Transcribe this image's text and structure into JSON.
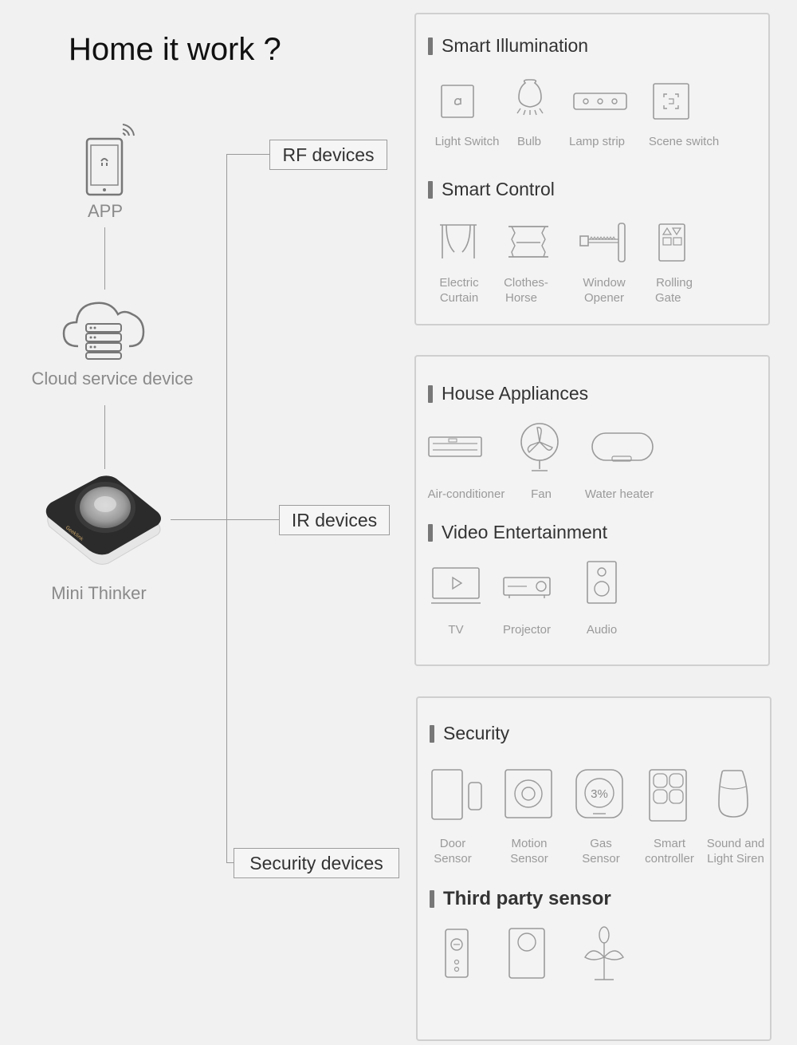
{
  "title": "Home it work ?",
  "left": {
    "app_label": "APP",
    "cloud_label": "Cloud service device",
    "hub_label": "Mini Thinker"
  },
  "tags": {
    "rf": "RF devices",
    "ir": "IR devices",
    "security": "Security devices"
  },
  "panels": {
    "rf": {
      "sections": [
        {
          "heading": "Smart Illumination",
          "items": [
            {
              "icon": "light-switch-icon",
              "label": "Light Switch"
            },
            {
              "icon": "bulb-icon",
              "label": "Bulb"
            },
            {
              "icon": "lamp-strip-icon",
              "label": "Lamp strip"
            },
            {
              "icon": "scene-switch-icon",
              "label": "Scene switch"
            }
          ]
        },
        {
          "heading": "Smart Control",
          "items": [
            {
              "icon": "curtain-icon",
              "label_lines": [
                "Electric",
                "Curtain"
              ]
            },
            {
              "icon": "clothes-horse-icon",
              "label_lines": [
                "Clothes-",
                "Horse"
              ]
            },
            {
              "icon": "window-opener-icon",
              "label_lines": [
                "Window",
                "Opener"
              ]
            },
            {
              "icon": "rolling-gate-icon",
              "label_lines": [
                "Rolling",
                "Gate"
              ]
            }
          ]
        }
      ]
    },
    "ir": {
      "sections": [
        {
          "heading": "House Appliances",
          "items": [
            {
              "icon": "air-conditioner-icon",
              "label": "Air-conditioner"
            },
            {
              "icon": "fan-icon",
              "label": "Fan"
            },
            {
              "icon": "water-heater-icon",
              "label": "Water heater"
            }
          ]
        },
        {
          "heading": "Video Entertainment",
          "items": [
            {
              "icon": "tv-icon",
              "label": "TV"
            },
            {
              "icon": "projector-icon",
              "label": "Projector"
            },
            {
              "icon": "audio-icon",
              "label": "Audio"
            }
          ]
        }
      ]
    },
    "security": {
      "sections": [
        {
          "heading": "Security",
          "items": [
            {
              "icon": "door-sensor-icon",
              "label_lines": [
                "Door",
                "Sensor"
              ]
            },
            {
              "icon": "motion-sensor-icon",
              "label_lines": [
                "Motion",
                "Sensor"
              ]
            },
            {
              "icon": "gas-sensor-icon",
              "label_lines": [
                "Gas",
                "Sensor"
              ],
              "icon_text": "3%"
            },
            {
              "icon": "smart-controller-icon",
              "label_lines": [
                "Smart",
                "controller"
              ]
            },
            {
              "icon": "siren-icon",
              "label_lines": [
                "Sound and",
                "Light Siren"
              ]
            }
          ]
        },
        {
          "heading": "Third party sensor",
          "items": [
            {
              "icon": "remote-sensor-icon"
            },
            {
              "icon": "wall-sensor-icon"
            },
            {
              "icon": "plant-sensor-icon"
            }
          ]
        }
      ]
    }
  },
  "colors": {
    "icon_stroke": "#9a9a9a",
    "text_heading": "#333333",
    "text_label": "#9a9a9a",
    "hub_body": "#2b2b2b"
  }
}
